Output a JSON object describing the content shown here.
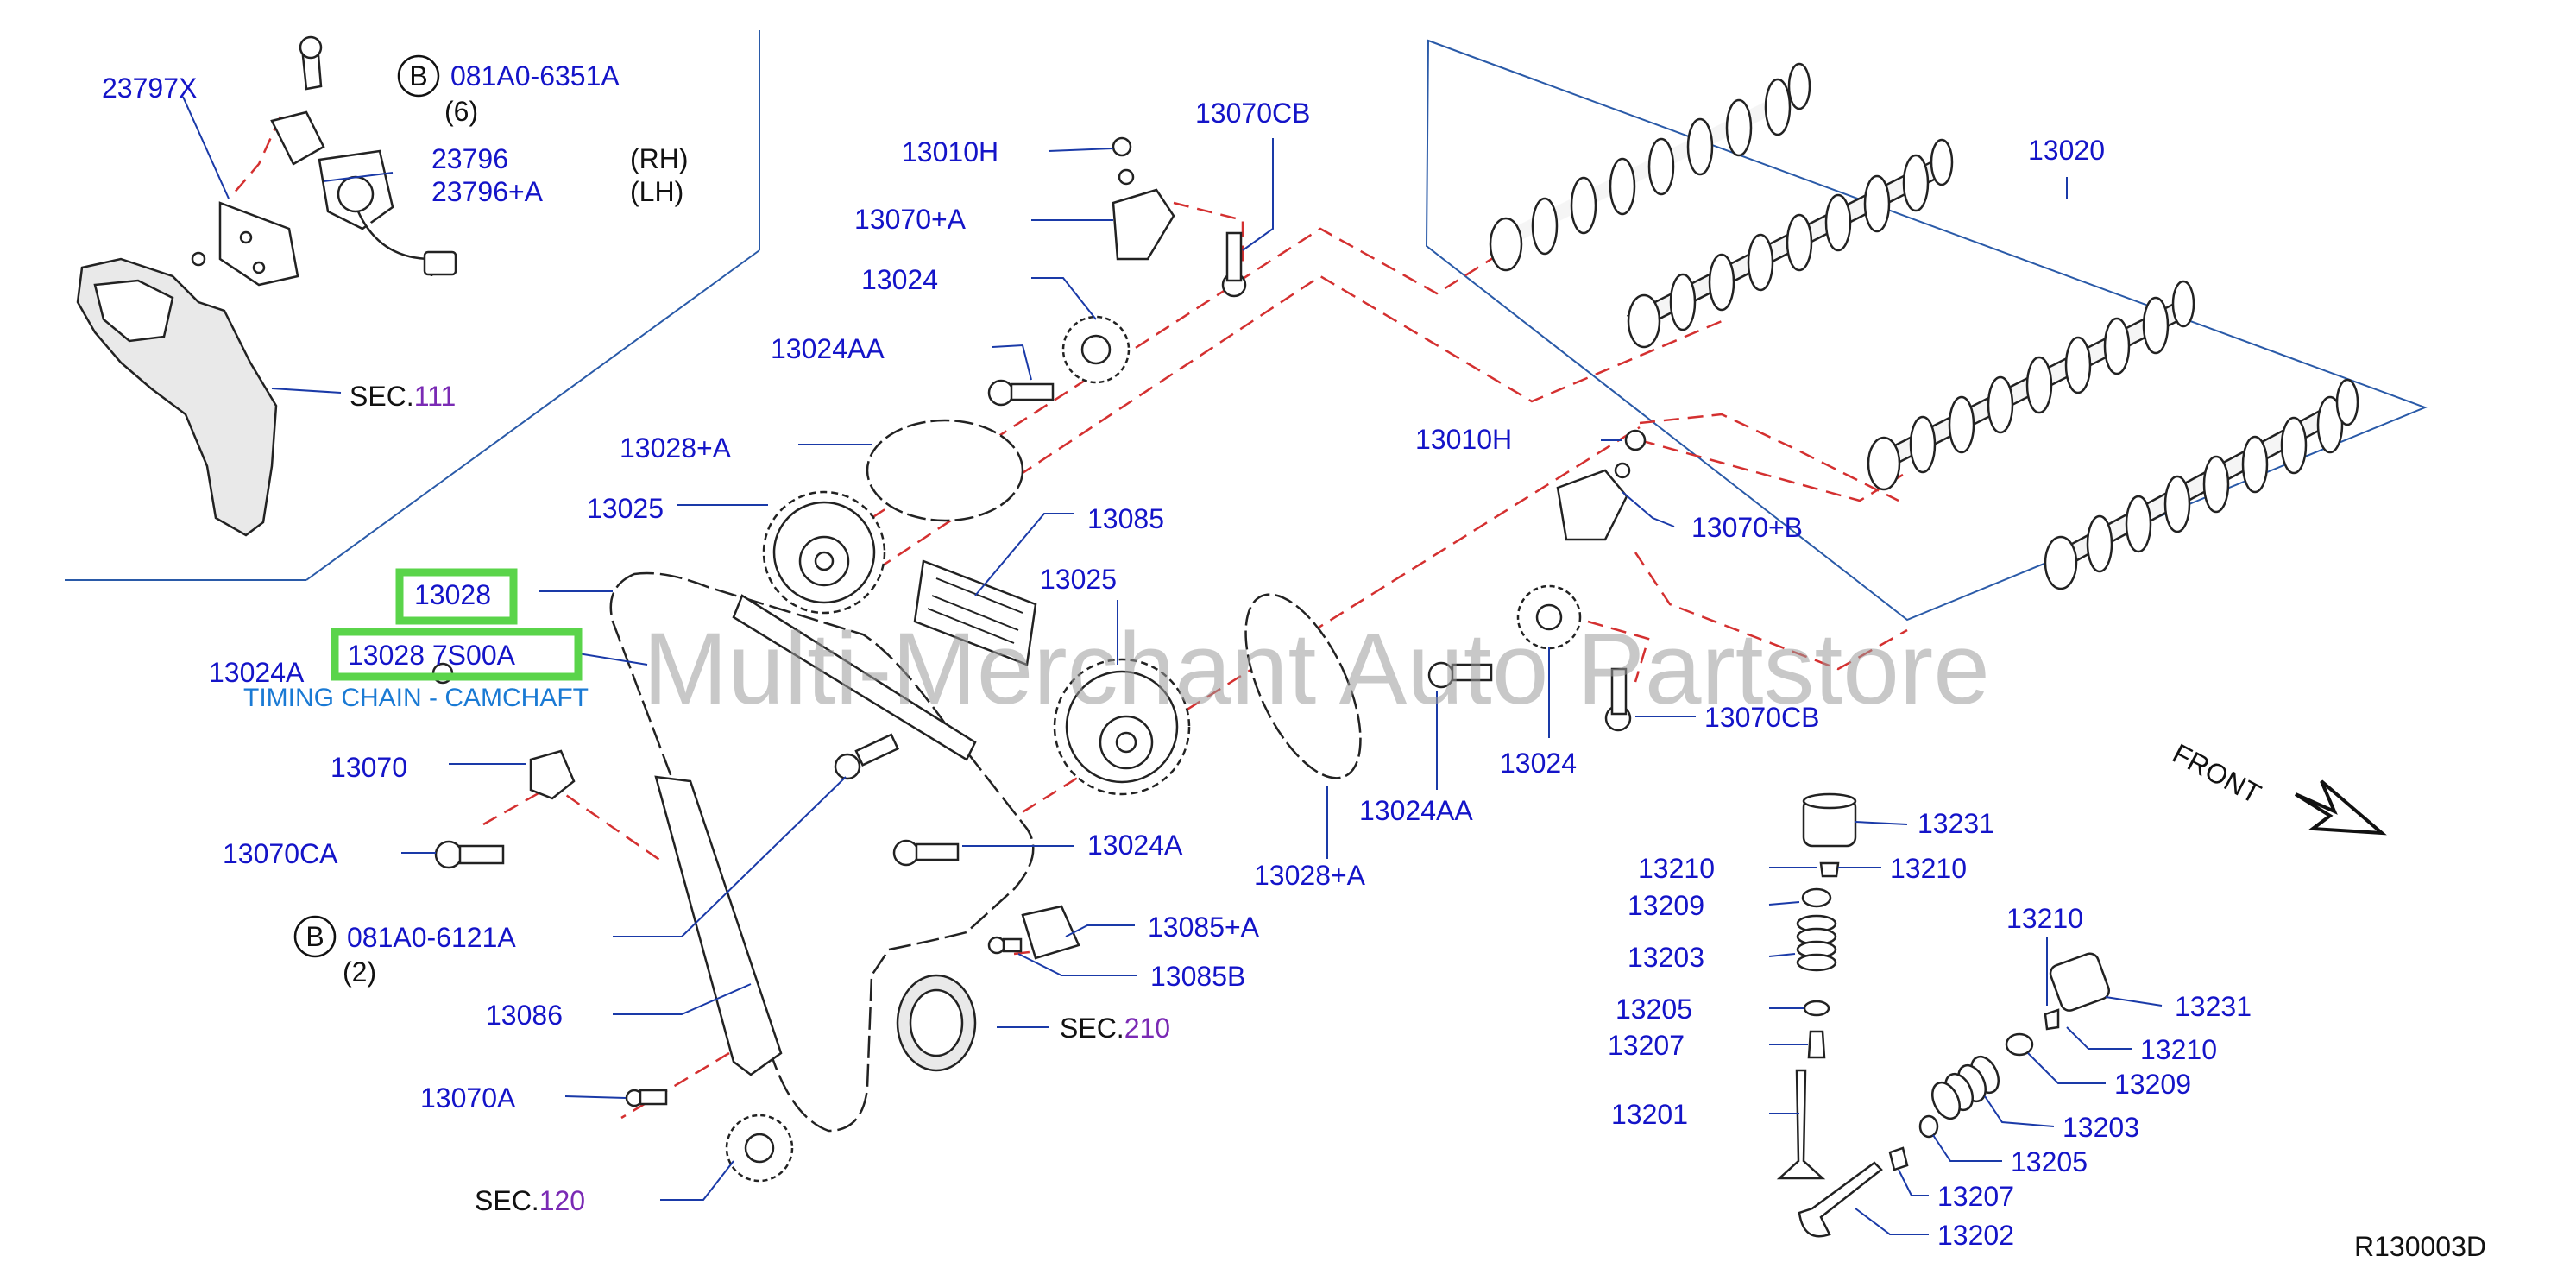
{
  "watermark": "Multi-Merchant Auto Partstore",
  "reference_code": "R130003D",
  "front_label": "FRONT",
  "highlighted_subtitle": "TIMING CHAIN - CAMCHAFT",
  "labels": {
    "p23797X": "23797X",
    "bolt_top": "081A0-6351A",
    "bolt_top_qty": "(6)",
    "circle_b": "B",
    "p23796": "23796",
    "p23796A": "23796+A",
    "rh": "(RH)",
    "lh": "(LH)",
    "sec111_prefix": "SEC.",
    "sec111_num": "111",
    "p13010H_top": "13010H",
    "p13070CB_top": "13070CB",
    "p13070A_plus": "13070+A",
    "p13024_top": "13024",
    "p13024AA_top": "13024AA",
    "p13028A_top": "13028+A",
    "p13025_left": "13025",
    "p13085": "13085",
    "p13025_mid": "13025",
    "p13028": "13028",
    "p13028_hl": "13028",
    "p13028_hl2": "13028 7S00A",
    "p13024A_left": "13024A",
    "p13070": "13070",
    "p13070CA": "13070CA",
    "bolt_bottom": "081A0-6121A",
    "bolt_bottom_qty": "(2)",
    "p13086": "13086",
    "p13070A": "13070A",
    "sec120_prefix": "SEC.",
    "sec120_num": "120",
    "p13024A_mid": "13024A",
    "p13085A": "13085+A",
    "p13085B": "13085B",
    "sec210_prefix": "SEC.",
    "sec210_num": "210",
    "p13028A_bottom": "13028+A",
    "p13024AA_bottom": "13024AA",
    "p13024_right": "13024",
    "p13070CB_right": "13070CB",
    "p13010H_right": "13010H",
    "p13070B": "13070+B",
    "p13020": "13020",
    "p13231_a": "13231",
    "p13210_a": "13210",
    "p13210_b": "13210",
    "p13209_a": "13209",
    "p13203_a": "13203",
    "p13205_a": "13205",
    "p13207_a": "13207",
    "p13201": "13201",
    "p13210_c": "13210",
    "p13231_b": "13231",
    "p13210_d": "13210",
    "p13209_b": "13209",
    "p13203_b": "13203",
    "p13205_b": "13205",
    "p13207_b": "13207",
    "p13202": "13202"
  },
  "colors": {
    "label_blue": "#1414c8",
    "section_purple": "#7a2ab4",
    "highlight_green": "#5ad44a",
    "dash_red": "#d43030",
    "frame_blue": "#2a5aa8"
  },
  "icons": [
    "front-arrow-icon",
    "circle-b-icon"
  ]
}
